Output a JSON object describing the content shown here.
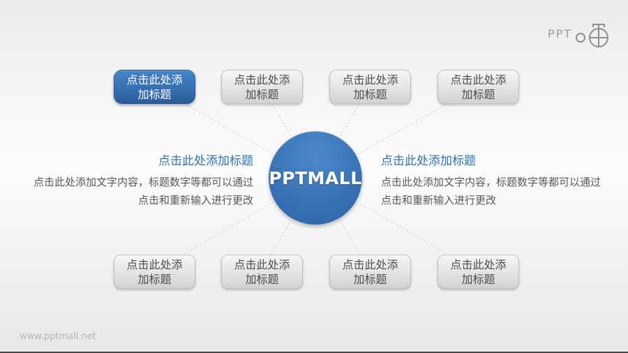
{
  "slide": {
    "logo": {
      "text": "PPT",
      "icon": "pptmall-scale-icon"
    },
    "hub": {
      "label": "PPTMALL"
    },
    "top_boxes": [
      {
        "label": "点击此处添\n加标题",
        "variant": "blue"
      },
      {
        "label": "点击此处添\n加标题",
        "variant": "gray"
      },
      {
        "label": "点击此处添\n加标题",
        "variant": "gray"
      },
      {
        "label": "点击此处添\n加标题",
        "variant": "gray"
      }
    ],
    "bottom_boxes": [
      {
        "label": "点击此处添\n加标题",
        "variant": "gray"
      },
      {
        "label": "点击此处添\n加标题",
        "variant": "gray"
      },
      {
        "label": "点击此处添\n加标题",
        "variant": "gray"
      },
      {
        "label": "点击此处添\n加标题",
        "variant": "gray"
      }
    ],
    "left_panel": {
      "title": "点击此处添加标题",
      "body_line1": "点击此处添加文字内容，标题数字等都可以通过",
      "body_line2": "点击和重新输入进行更改"
    },
    "right_panel": {
      "title": "点击此处添加标题",
      "body_line1": "点击此处添加文字内容，标题数字等都可以通过",
      "body_line2": "点击和重新输入进行更改"
    },
    "watermark": "www.pptmall.net",
    "colors": {
      "accent_blue": "#2e74b5",
      "hub_blue": "#3c77b9",
      "box_gray": "#dcdcdc",
      "body_text": "#595959",
      "connector_line": "#c9c9c9"
    }
  }
}
